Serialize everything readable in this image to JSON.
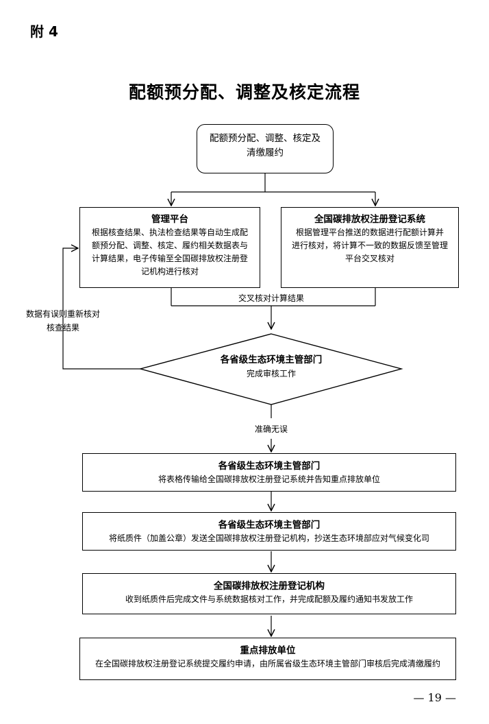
{
  "annex_label": "附 4",
  "title": "配额预分配、调整及核定流程",
  "start": {
    "line1": "配额预分配、调整、核定及",
    "line2": "清缴履约"
  },
  "management_platform": {
    "title": "管理平台",
    "lines": [
      "根据核查结果、执法检查结果等自动生成配",
      "额预分配、调整、核定、履约相关数据表与",
      "计算结果，电子传输至全国碳排放权注册登",
      "记机构进行核对"
    ]
  },
  "registry_system": {
    "title": "全国碳排放权注册登记系统",
    "lines": [
      "根据管理平台推送的数据进行配额计算并",
      "进行核对，将计算不一致的数据反馈至管理",
      "平台交叉核对"
    ]
  },
  "cross_check_label": "交叉核对计算结果",
  "feedback_label": {
    "line1": "数据有误则重新核对",
    "line2": "核查结果"
  },
  "review_diamond": {
    "title": "各省级生态环境主管部门",
    "text": "完成审核工作"
  },
  "correct_label": "准确无误",
  "step_transmit": {
    "title": "各省级生态环境主管部门",
    "text": "将表格传输给全国碳排放权注册登记系统并告知重点排放单位"
  },
  "step_paper": {
    "title": "各省级生态环境主管部门",
    "text": "将纸质件（加盖公章）发送全国碳排放权注册登记机构，抄送生态环境部应对气候变化司"
  },
  "step_registry": {
    "title": "全国碳排放权注册登记机构",
    "text": "收到纸质件后完成文件与系统数据核对工作，并完成配额及履约通知书发放工作"
  },
  "step_units": {
    "title": "重点排放单位",
    "text": "在全国碳排放权注册登记系统提交履约申请，由所属省级生态环境主管部门审核后完成清缴履约"
  },
  "page_number": "— 19 —"
}
